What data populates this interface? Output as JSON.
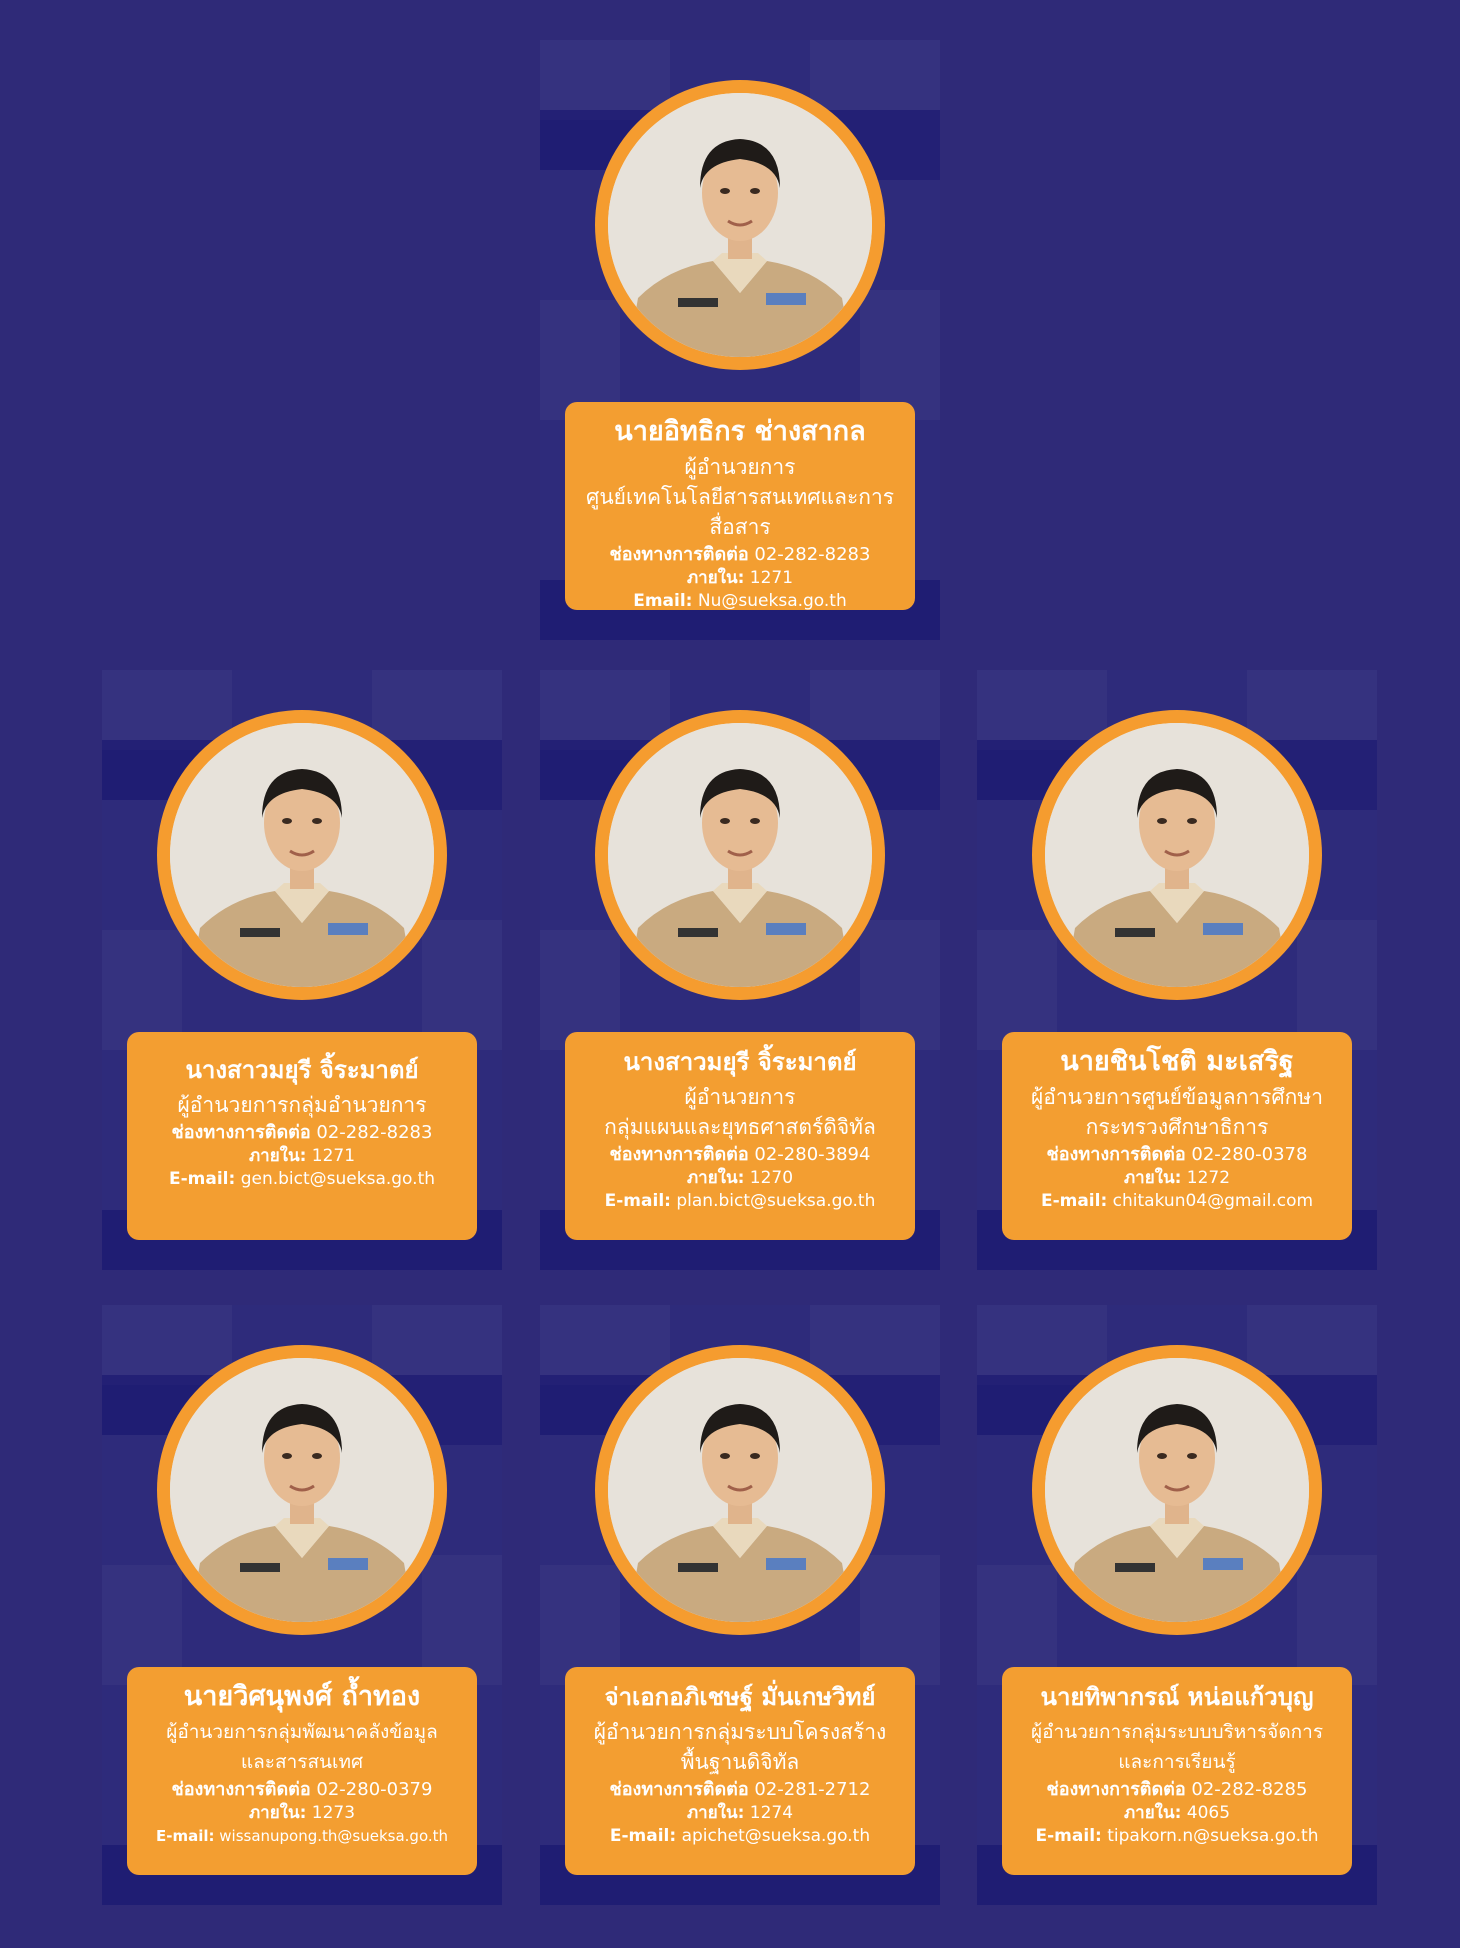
{
  "people": [
    {
      "name": "นายอิทธิกร ช่างสากล",
      "position_lines": [
        "ผู้อำนวยการ",
        "ศูนย์เทคโนโลยีสารสนเทศและการสื่อสาร"
      ],
      "phone_label": "ช่องทางการติดต่อ",
      "phone": "02-282-8283",
      "ext_label": "ภายใน:",
      "ext": "1271",
      "email_label": "Email:",
      "email": "Nu@sueksa.go.th"
    },
    {
      "name": "นางสาวมยุรี จิ้ระมาตย์",
      "position_lines": [
        "ผู้อำนวยการกลุ่มอำนวยการ",
        ""
      ],
      "phone_label": "ช่องทางการติดต่อ",
      "phone": "02-282-8283",
      "ext_label": "ภายใน:",
      "ext": "1271",
      "email_label": "E-mail:",
      "email": "gen.bict@sueksa.go.th"
    },
    {
      "name": "นางสาวมยุรี จิ้ระมาตย์",
      "position_lines": [
        "ผู้อำนวยการ",
        "กลุ่มแผนและยุทธศาสตร์ดิจิทัล"
      ],
      "phone_label": "ช่องทางการติดต่อ",
      "phone": "02-280-3894",
      "ext_label": "ภายใน:",
      "ext": "1270",
      "email_label": "E-mail:",
      "email": "plan.bict@sueksa.go.th"
    },
    {
      "name": "นายชินโชติ มะเสริฐ",
      "position_lines": [
        "ผู้อำนวยการศูนย์ข้อมูลการศึกษา",
        "กระทรวงศึกษาธิการ"
      ],
      "phone_label": "ช่องทางการติดต่อ",
      "phone": "02-280-0378",
      "ext_label": "ภายใน:",
      "ext": "1272",
      "email_label": "E-mail:",
      "email": "chitakun04@gmail.com"
    },
    {
      "name": "นายวิศนุพงศ์ ถ้ำทอง",
      "position_lines": [
        "ผู้อำนวยการกลุ่มพัฒนาคลังข้อมูล",
        "และสารสนเทศ"
      ],
      "phone_label": "ช่องทางการติดต่อ",
      "phone": "02-280-0379",
      "ext_label": "ภายใน:",
      "ext": "1273",
      "email_label": "E-mail:",
      "email": "wissanupong.th@sueksa.go.th"
    },
    {
      "name": "จ่าเอกอภิเชษฐ์ มั่นเกษวิทย์",
      "position_lines": [
        "ผู้อำนวยการกลุ่มระบบโครงสร้าง",
        "พื้นฐานดิจิทัล"
      ],
      "phone_label": "ช่องทางการติดต่อ",
      "phone": "02-281-2712",
      "ext_label": "ภายใน:",
      "ext": "1274",
      "email_label": "E-mail:",
      "email": "apichet@sueksa.go.th"
    },
    {
      "name": "นายทิพากรณ์ หน่อแก้วบุญ",
      "position_lines": [
        "ผู้อำนวยการกลุ่มระบบบริหารจัดการ",
        "และการเรียนรู้"
      ],
      "phone_label": "ช่องทางการติดต่อ",
      "phone": "02-282-8285",
      "ext_label": "ภายใน:",
      "ext": "4065",
      "email_label": "E-mail:",
      "email": "tipakorn.n@sueksa.go.th"
    }
  ],
  "colors": {
    "background": "#2f2a78",
    "panel": "#2e2b7b",
    "accent": "#f39e31"
  }
}
